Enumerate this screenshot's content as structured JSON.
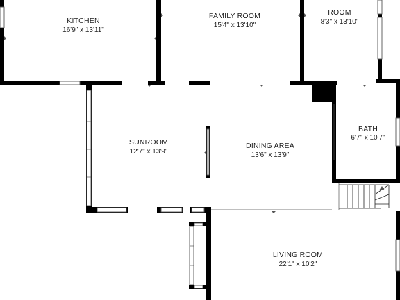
{
  "rooms": {
    "kitchen": {
      "name": "KITCHEN",
      "dimensions": "16'9\" x 13'11\""
    },
    "family_room": {
      "name": "FAMILY ROOM",
      "dimensions": "15'4\" x 13'10\""
    },
    "room": {
      "name": "ROOM",
      "dimensions": "8'3\" x 13'10\""
    },
    "sunroom": {
      "name": "SUNROOM",
      "dimensions": "12'7\" x 13'9\""
    },
    "dining_area": {
      "name": "DINING AREA",
      "dimensions": "13'6\" x 13'9\""
    },
    "bath": {
      "name": "BATH",
      "dimensions": "6'7\" x 10'7\""
    },
    "living_room": {
      "name": "LIVING ROOM",
      "dimensions": "22'1\" x 10'2\""
    }
  },
  "colors": {
    "wall": "#000000",
    "background": "#ffffff",
    "window": "#555555"
  }
}
